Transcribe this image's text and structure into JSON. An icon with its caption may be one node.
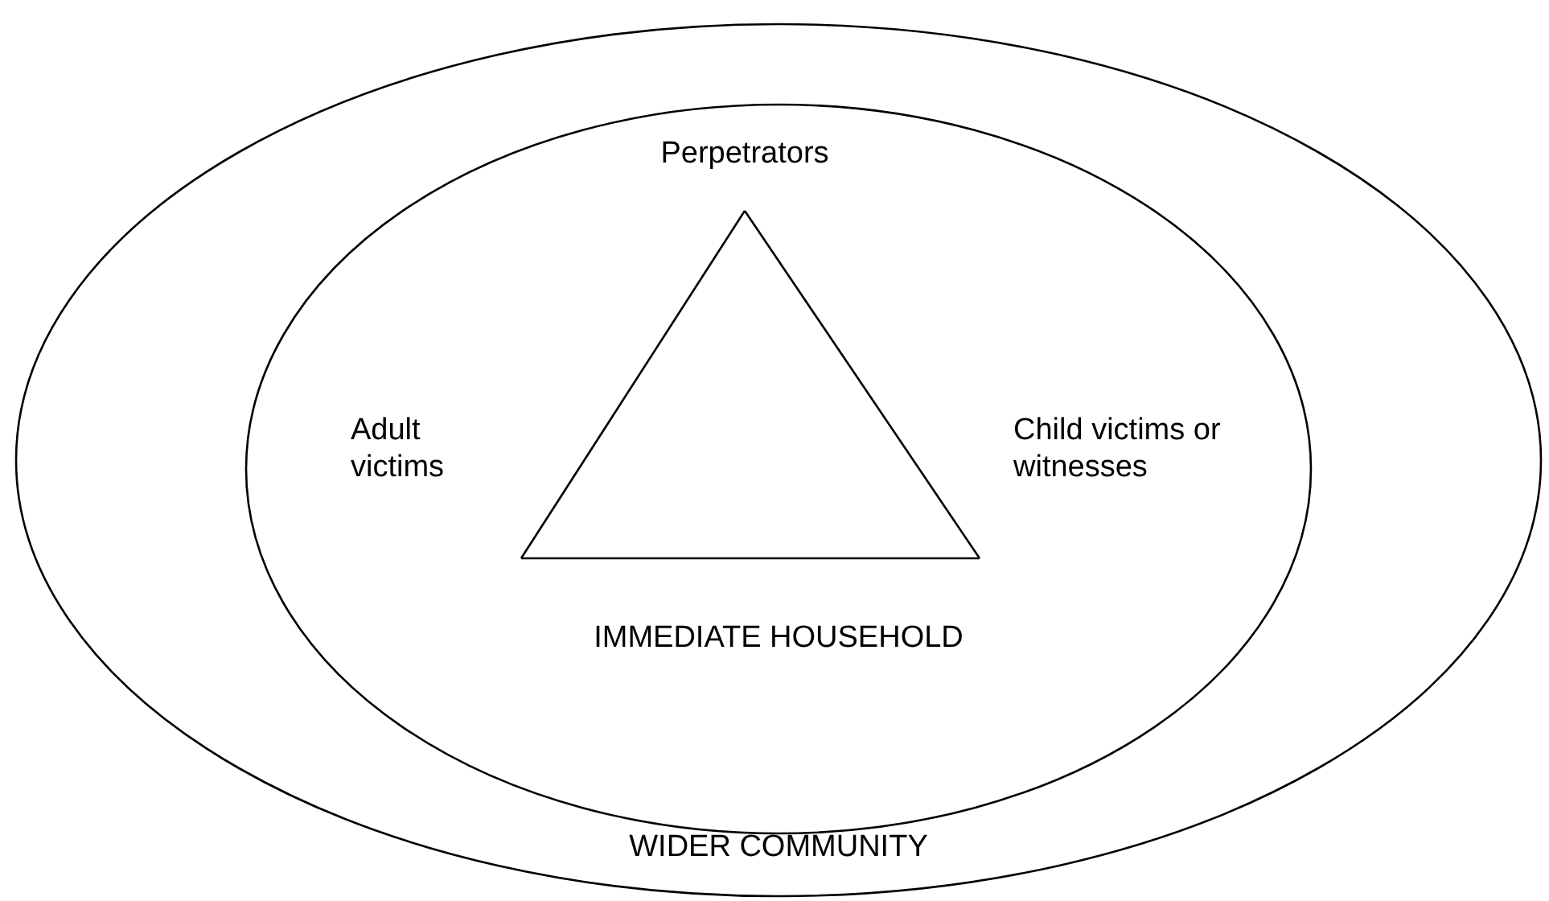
{
  "diagram": {
    "nodes": [
      {
        "text": [
          "WIDER COMMUNITY"
        ]
      },
      {
        "text": [
          "IMMEDIATE HOUSEHOLD"
        ],
        "in": 0
      },
      {
        "text": [
          "Perpetrators"
        ],
        "in": 1
      },
      {
        "text": [
          "Adult victims"
        ],
        "in": 1
      },
      {
        "text": [
          "Child victims or witnesses"
        ],
        "in": 1
      }
    ],
    "edges": [
      {
        "from": 2,
        "to": 3,
        "arrow": "none"
      },
      {
        "from": 3,
        "to": 4,
        "arrow": "none"
      },
      {
        "from": 4,
        "to": 2,
        "arrow": "none"
      }
    ]
  }
}
